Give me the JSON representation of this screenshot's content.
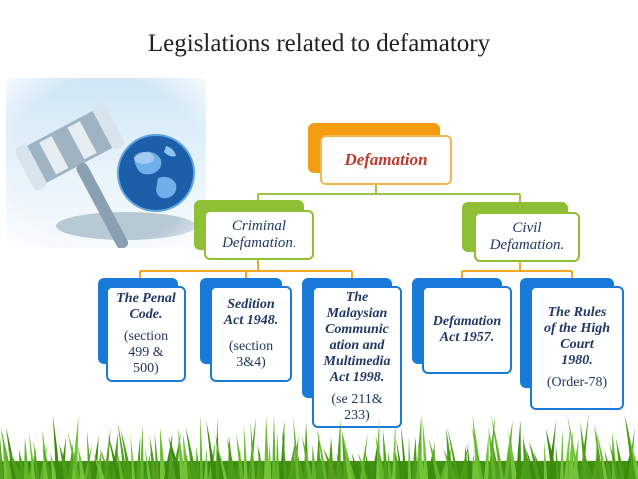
{
  "title": "Legislations related to defamatory",
  "colors": {
    "accent_orange": "#f39c12",
    "accent_green": "#8fbf35",
    "accent_blue": "#1a7ad9",
    "text_navy": "#1f3864",
    "root_text_red": "#c0392b",
    "grass": "#5ca81b"
  },
  "hero_image": {
    "icon": "gavel-and-globe-image"
  },
  "diagram": {
    "root": {
      "label": "Defamation"
    },
    "branches": [
      {
        "label": "Criminal",
        "label2": "Defamation",
        "suffix": ".",
        "children": [
          {
            "lines": [
              "The Penal",
              "Code."
            ],
            "note": [
              "(section",
              "499 &",
              "500)"
            ]
          },
          {
            "lines": [
              "Sedition",
              "Act 1948."
            ],
            "note": [
              "(section",
              "3&4)"
            ]
          },
          {
            "lines": [
              "The",
              "Malaysian",
              "Communic",
              "ation and",
              "Multimedia",
              "Act 1998."
            ],
            "note": [
              "(se 211&",
              "233)"
            ]
          }
        ]
      },
      {
        "label": "Civil",
        "label2": "Defamation.",
        "suffix": "",
        "children": [
          {
            "lines": [
              "Defamation",
              "Act 1957."
            ],
            "note": []
          },
          {
            "lines": [
              "The Rules",
              "of the High",
              "Court",
              "1980."
            ],
            "note": [
              "(Order-78)"
            ]
          }
        ]
      }
    ]
  }
}
